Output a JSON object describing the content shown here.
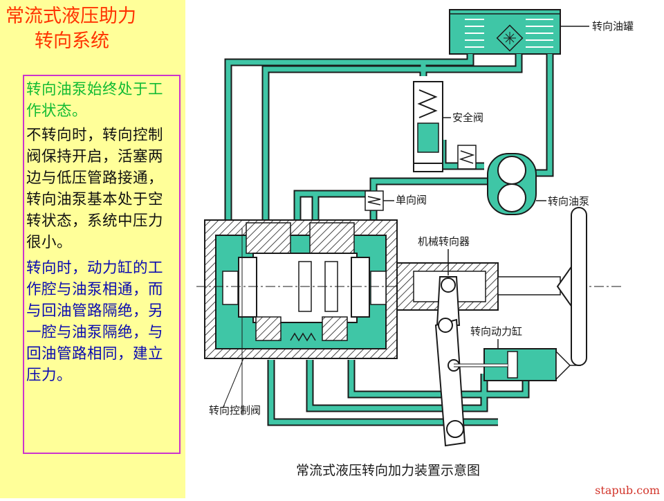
{
  "slide": {
    "title_line1": "常流式液压助力",
    "title_line2": "转向系统",
    "paragraphs": {
      "p1": "转向油泵始终处于工作状态。",
      "p2": "不转向时，转向控制阀保持开启，活塞两边与低压管路接通，转向油泵基本处于空转状态，系统中压力很小。",
      "p3": "转向时，动力缸的工作腔与油泵相通，而与回油管路隔绝，另一腔与油泵隔绝，与回油管路相同，建立压力。"
    }
  },
  "diagram": {
    "caption": "常流式液压转向加力装置示意图",
    "labels": {
      "reservoir": "转向油罐",
      "safety_valve": "安全阀",
      "check_valve": "单向阀",
      "pump": "转向油泵",
      "steering_gear": "机械转向器",
      "power_cylinder": "转向动力缸",
      "control_valve": "转向控制阀"
    },
    "colors": {
      "fluid": "#3fc6a6",
      "outline": "#1a1a1a",
      "background": "#ffffff"
    }
  },
  "watermark": "stapub.com"
}
